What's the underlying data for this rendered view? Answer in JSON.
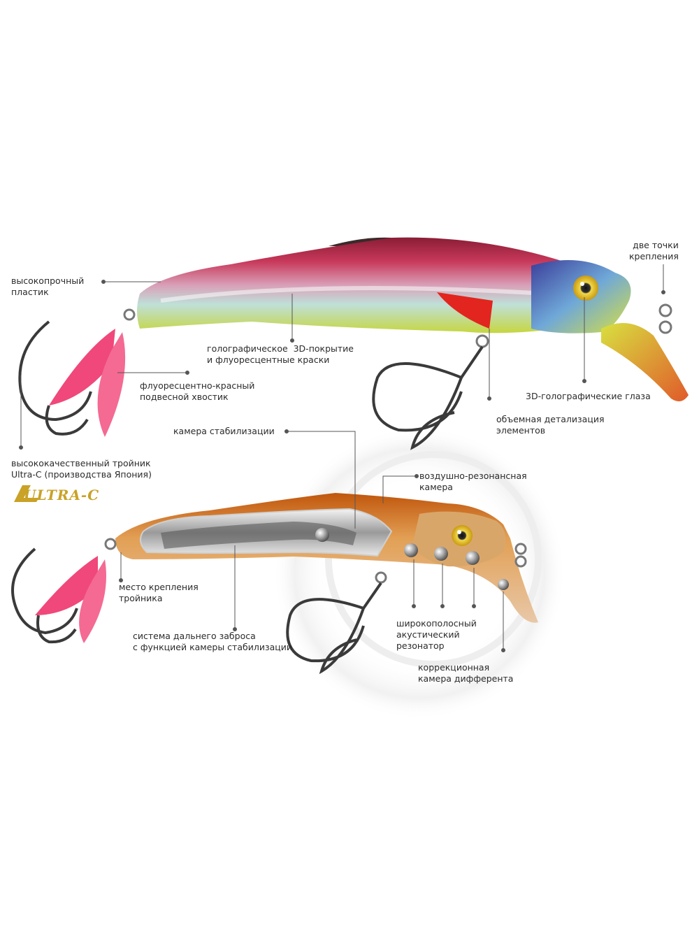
{
  "labels": {
    "plastic": "высокопрочный\nпластик",
    "holo_coating": "голографическое  3D-покрытие\nи флуоресцентные краски",
    "tail": "флуоресцентно-красный\nподвесной хвостик",
    "hook": "высококачественный тройник\nUltra-C (производства Япония)",
    "attach_points": "две точки\nкрепления",
    "eyes": "3D-голографические глаза",
    "detail": "объемная детализация\nэлементов",
    "stab_chamber": "камера стабилизации",
    "air_resonance": "воздушно-резонансная\nкамера",
    "hook_mount": "место крепления\nтройника",
    "long_cast": "система дальнего заброса\nс функцией камеры стабилизации",
    "acoustic": "широкополосный\nакустический\nрезонатор",
    "trim": "коррекционная\nкамера дифферента"
  },
  "brand": {
    "name": "ULTRA-C"
  },
  "colors": {
    "tail_pink": "#f0487a",
    "body_red": "#b0283a",
    "body_yellow": "#c8d84a",
    "body_orange": "#d4781e",
    "eye_gold": "#e8c42a",
    "leader": "#555555",
    "brand_gold": "#c9a227"
  }
}
